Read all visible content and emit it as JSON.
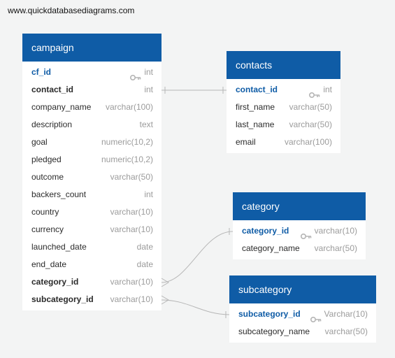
{
  "site": {
    "url": "www.quickdatabasediagrams.com"
  },
  "colors": {
    "header": "#0f5ca6",
    "type_text": "#9b9b9b",
    "line": "#b6b6b6"
  },
  "tables": {
    "campaign": {
      "title": "campaign",
      "fields": [
        {
          "name": "cf_id",
          "type": "int",
          "pk": true,
          "key_icon": true
        },
        {
          "name": "contact_id",
          "type": "int",
          "fk": true
        },
        {
          "name": "company_name",
          "type": "varchar(100)"
        },
        {
          "name": "description",
          "type": "text"
        },
        {
          "name": "goal",
          "type": "numeric(10,2)"
        },
        {
          "name": "pledged",
          "type": "numeric(10,2)"
        },
        {
          "name": "outcome",
          "type": "varchar(50)"
        },
        {
          "name": "backers_count",
          "type": "int"
        },
        {
          "name": "country",
          "type": "varchar(10)"
        },
        {
          "name": "currency",
          "type": "varchar(10)"
        },
        {
          "name": "launched_date",
          "type": "date"
        },
        {
          "name": "end_date",
          "type": "date"
        },
        {
          "name": "category_id",
          "type": "varchar(10)",
          "fk": true
        },
        {
          "name": "subcategory_id",
          "type": "varchar(10)",
          "fk": true
        }
      ]
    },
    "contacts": {
      "title": "contacts",
      "fields": [
        {
          "name": "contact_id",
          "type": "int",
          "pk": true,
          "key_icon": true
        },
        {
          "name": "first_name",
          "type": "varchar(50)"
        },
        {
          "name": "last_name",
          "type": "varchar(50)"
        },
        {
          "name": "email",
          "type": "varchar(100)"
        }
      ]
    },
    "category": {
      "title": "category",
      "fields": [
        {
          "name": "category_id",
          "type": "varchar(10)",
          "pk": true,
          "key_icon": true
        },
        {
          "name": "category_name",
          "type": "varchar(50)"
        }
      ]
    },
    "subcategory": {
      "title": "subcategory",
      "fields": [
        {
          "name": "subcategory_id",
          "type": "Varchar(10)",
          "pk": true,
          "key_icon": true
        },
        {
          "name": "subcategory_name",
          "type": "varchar(50)"
        }
      ]
    }
  }
}
